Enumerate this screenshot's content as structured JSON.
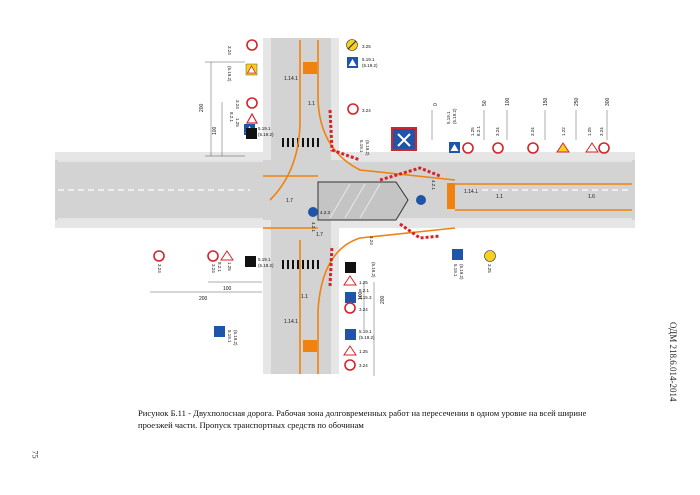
{
  "caption": {
    "line1": "Рисунок Б.11 - Двухполосная дорога. Рабочая зона долговременных работ на пересечении в одном  уровне на всей ширине",
    "line2": "проезжей части. Пропуск транспортных средств по обочинам"
  },
  "side_text": "ОДМ 218.6.014-2014",
  "page_number": "75",
  "colors": {
    "road": "#d4d4d4",
    "shoulder": "#e4e4e4",
    "marking_orange": "#f0820f",
    "marking_white": "#ffffff",
    "work_zone": "#cfcfcf",
    "barrier_red": "#d6232a",
    "sign_yellow": "#f6d21c",
    "sign_blue": "#1f55a8"
  },
  "markings": {
    "m1_14_1": "1.14.1",
    "m1_1": "1.1",
    "m1_7": "1.7",
    "m1_6": "1.6"
  },
  "distances": {
    "d200": "200",
    "d100": "100",
    "d0": "0",
    "d50": "50",
    "d150": "150",
    "d250": "250",
    "d300": "300"
  },
  "sign_codes": {
    "s3_25": "3.25",
    "s3_24": "3.24",
    "s5_19_1": "5.19.1",
    "s5_19_2": "(5.19.2)",
    "s1_25": "1.25",
    "s8_2_1": "8.2.1",
    "s1_22": "1.22",
    "s4_2_3": "4.2.3",
    "s4_2_1": "4.2.1",
    "s5_15_3": "5.15.3",
    "s5_19_1_p": "5.19.1 (5.19.2)"
  }
}
